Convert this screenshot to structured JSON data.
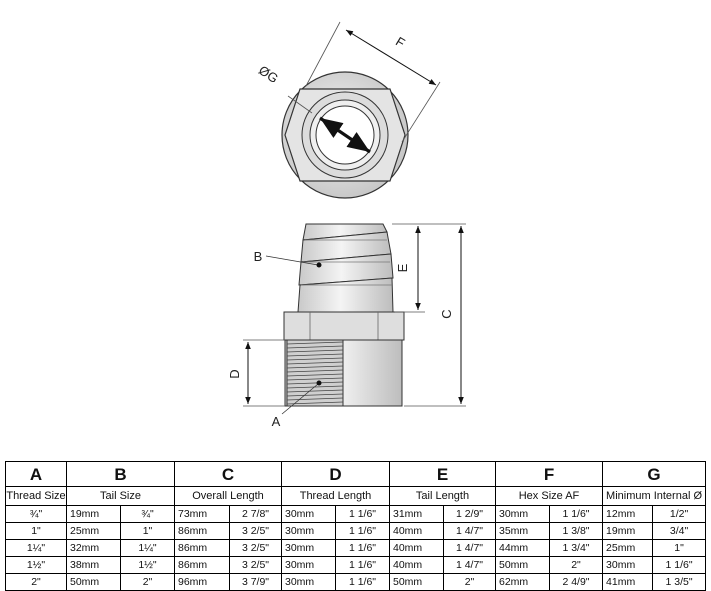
{
  "drawing": {
    "labels": {
      "F": "F",
      "G": "ØG",
      "B": "B",
      "E": "E",
      "C": "C",
      "D": "D",
      "A": "A"
    }
  },
  "table": {
    "letters": [
      "A",
      "B",
      "C",
      "D",
      "E",
      "F",
      "G"
    ],
    "names": [
      "Thread Size",
      "Tail Size",
      "Overall Length",
      "Thread Length",
      "Tail Length",
      "Hex Size AF",
      "Minimum Internal Ø"
    ],
    "rows": [
      [
        "¾\"",
        "19mm",
        "¾\"",
        "73mm",
        "2 7/8\"",
        "30mm",
        "1 1/6\"",
        "31mm",
        "1 2/9\"",
        "30mm",
        "1 1/6\"",
        "12mm",
        "1/2\""
      ],
      [
        "1\"",
        "25mm",
        "1\"",
        "86mm",
        "3 2/5\"",
        "30mm",
        "1 1/6\"",
        "40mm",
        "1 4/7\"",
        "35mm",
        "1 3/8\"",
        "19mm",
        "3/4\""
      ],
      [
        "1¼\"",
        "32mm",
        "1¼\"",
        "86mm",
        "3 2/5\"",
        "30mm",
        "1 1/6\"",
        "40mm",
        "1 4/7\"",
        "44mm",
        "1 3/4\"",
        "25mm",
        "1\""
      ],
      [
        "1½\"",
        "38mm",
        "1½\"",
        "86mm",
        "3 2/5\"",
        "30mm",
        "1 1/6\"",
        "40mm",
        "1 4/7\"",
        "50mm",
        "2\"",
        "30mm",
        "1 1/6\""
      ],
      [
        "2\"",
        "50mm",
        "2\"",
        "96mm",
        "3 7/9\"",
        "30mm",
        "1 1/6\"",
        "50mm",
        "2\"",
        "62mm",
        "2 4/9\"",
        "41mm",
        "1 3/5\""
      ]
    ]
  }
}
